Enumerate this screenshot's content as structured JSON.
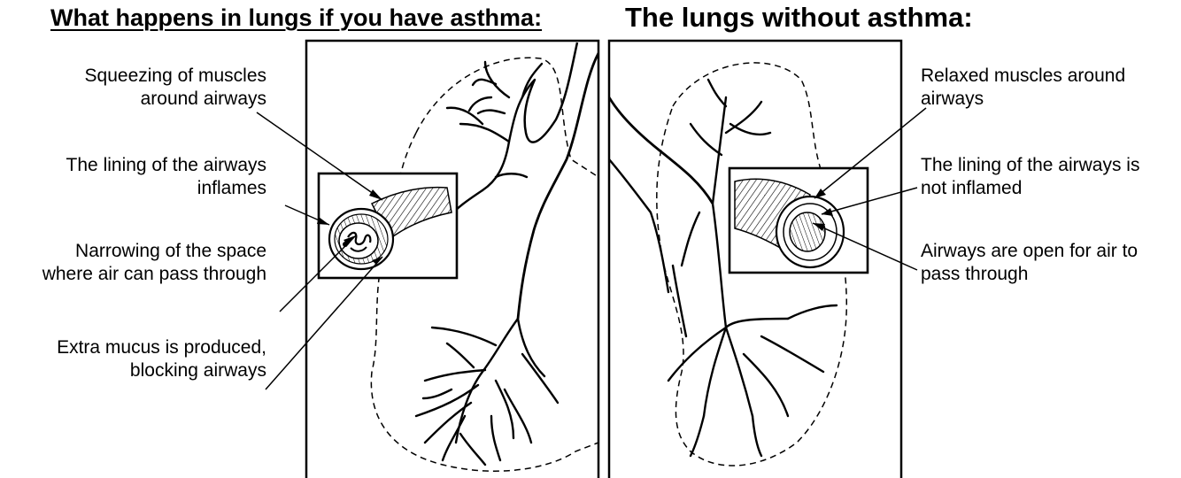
{
  "titles": {
    "asthma": "What happens in lungs if you have asthma:",
    "healthy": "The lungs without asthma:"
  },
  "asthma_labels": [
    {
      "line1": "Squeezing of muscles",
      "line2": "around airways"
    },
    {
      "line1": "The lining of the airways",
      "line2": "inflames"
    },
    {
      "line1": "Narrowing of the space",
      "line2": "where air can pass through"
    },
    {
      "line1": "Extra mucus is produced,",
      "line2": "blocking airways"
    }
  ],
  "healthy_labels": [
    {
      "line1": "Relaxed muscles around",
      "line2": "airways"
    },
    {
      "line1": "The lining of the airways is",
      "line2": "not inflamed"
    },
    {
      "line1": "Airways are open for air to",
      "line2": "pass through"
    }
  ]
}
